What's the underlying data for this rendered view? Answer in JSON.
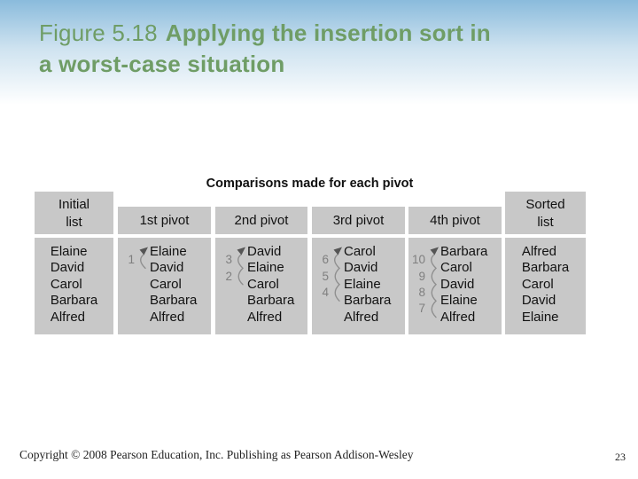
{
  "title": {
    "prefix": "Figure 5.18",
    "rest": "Applying the insertion sort in\na worst-case situation"
  },
  "diagram": {
    "comparisons_header": "Comparisons made for each pivot",
    "columns": [
      {
        "id": "initial",
        "header": "Initial list",
        "header_lines": [
          "Initial",
          "list"
        ],
        "names": [
          "Elaine",
          "David",
          "Carol",
          "Barbara",
          "Alfred"
        ],
        "comparisons": []
      },
      {
        "id": "pivot-1",
        "header": "1st pivot",
        "names": [
          "Elaine",
          "David",
          "Carol",
          "Barbara",
          "Alfred"
        ],
        "comparisons": [
          1
        ]
      },
      {
        "id": "pivot-2",
        "header": "2nd pivot",
        "names": [
          "David",
          "Elaine",
          "Carol",
          "Barbara",
          "Alfred"
        ],
        "comparisons": [
          3,
          2
        ]
      },
      {
        "id": "pivot-3",
        "header": "3rd pivot",
        "names": [
          "Carol",
          "David",
          "Elaine",
          "Barbara",
          "Alfred"
        ],
        "comparisons": [
          6,
          5,
          4
        ]
      },
      {
        "id": "pivot-4",
        "header": "4th pivot",
        "names": [
          "Barbara",
          "Carol",
          "David",
          "Elaine",
          "Alfred"
        ],
        "comparisons": [
          10,
          9,
          8,
          7
        ]
      },
      {
        "id": "sorted",
        "header": "Sorted list",
        "header_lines": [
          "Sorted",
          "list"
        ],
        "names": [
          "Alfred",
          "Barbara",
          "Carol",
          "David",
          "Elaine"
        ],
        "comparisons": []
      }
    ]
  },
  "footer": {
    "copyright": "Copyright © 2008 Pearson Education, Inc. Publishing as Pearson Addison-Wesley",
    "page_number": "23"
  },
  "colors": {
    "title_green": "#6f9d66",
    "background_top_blue": "#8abbdc",
    "box_gray": "#c8c8c8",
    "text_black": "#111111",
    "annotation_gray": "#7f7f7f",
    "arc_gray": "#8f8f8f",
    "arrowhead_gray": "#555555",
    "footer_black": "#222222"
  }
}
